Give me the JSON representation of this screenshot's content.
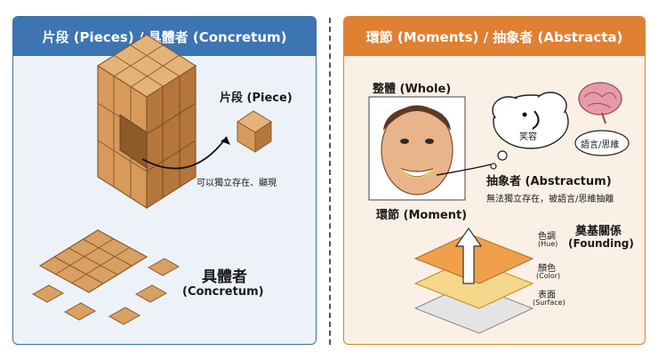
{
  "left_panel": {
    "title": "片段 (Pieces) / 具體者 (Concretum)",
    "piece_label": "片段 (Piece)",
    "arrow_caption": "可以獨立存在、顯現",
    "concretum_cn": "具體者",
    "concretum_en": "(Concretum)"
  },
  "right_panel": {
    "title": "環節 (Moments) / 抽象者 (Abstracta)",
    "whole_label": "整體 (Whole)",
    "moment_label": "環節 (Moment)",
    "smile_label": "笑容",
    "language_label": "語言/思維",
    "abstractum_label": "抽象者 (Abstractum)",
    "abstractum_desc": "無法獨立存在，被語言/思維抽離",
    "founding_cn": "奠基關係",
    "founding_en": "(Founding)",
    "layers": [
      {
        "cn": "色調",
        "en": "(Hue)"
      },
      {
        "cn": "顏色",
        "en": "(Color)"
      },
      {
        "cn": "表面",
        "en": "(Surface)"
      }
    ]
  },
  "colors": {
    "left_header": "#3d74b2",
    "right_header": "#e08033",
    "wood": "#c48a4e",
    "layer_top": "#f0a04a",
    "layer_mid": "#f6d88a",
    "layer_bottom": "#e4e4e4"
  }
}
